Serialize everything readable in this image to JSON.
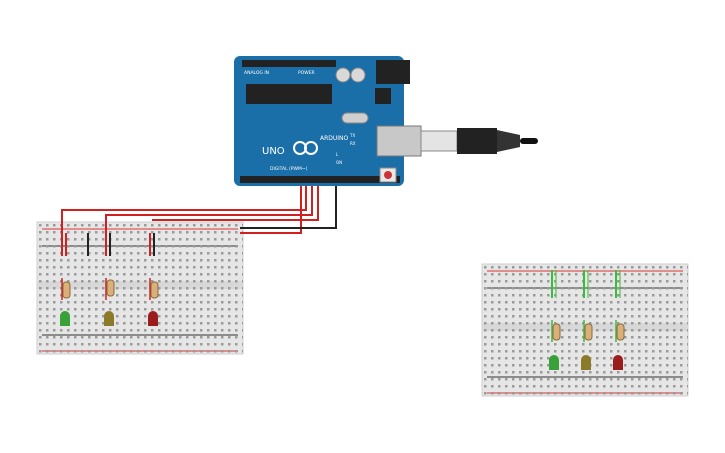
{
  "arduino": {
    "brand": "ARDUINO",
    "model": "UNO",
    "digital_label": "DIGITAL (PWM~)",
    "power_label": "POWER",
    "analog_label": "ANALOG IN",
    "tx_label": "TX",
    "rx_label": "RX",
    "l_label": "L",
    "on_label": "ON",
    "board_color": "#1b6fa8"
  },
  "colors": {
    "wire_red": "#d02020",
    "wire_black": "#222222",
    "green_wire": "#3cbc3c",
    "breadboard": "#e6e6e6",
    "rail_red": "#d33",
    "rail_blue": "#333",
    "led_green": "#3aa03a",
    "led_yellow": "#8a7a2a",
    "led_red": "#9a1c1c"
  },
  "breadboards": [
    {
      "name": "breadboard-left",
      "leds": [
        "green",
        "yellow",
        "red"
      ]
    },
    {
      "name": "breadboard-right",
      "leds": [
        "green",
        "yellow",
        "red"
      ]
    }
  ],
  "icons": [
    "usb-cable-icon",
    "reset-button-icon",
    "arduino-logo-icon"
  ]
}
